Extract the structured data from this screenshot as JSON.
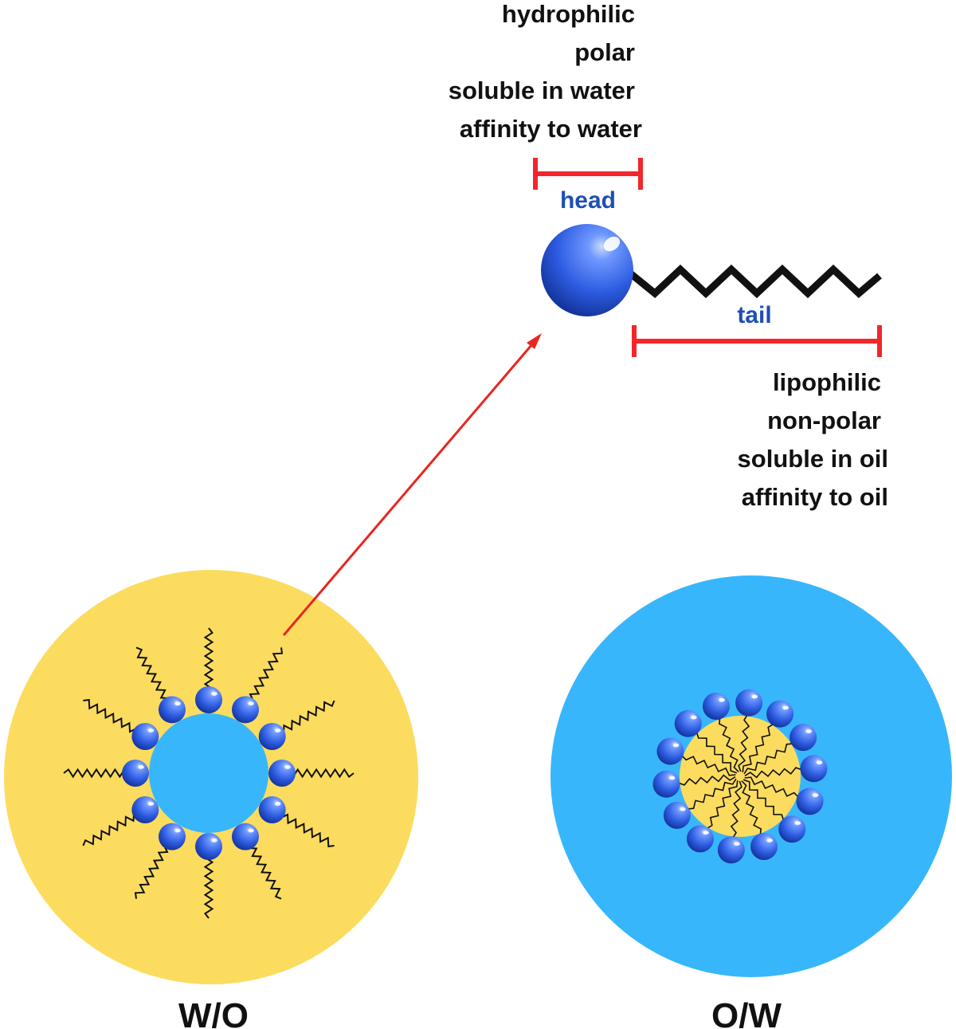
{
  "head_properties": [
    "hydrophilic",
    "polar",
    "soluble in water",
    "affinity to water"
  ],
  "tail_properties": [
    "lipophilic",
    "non-polar",
    "soluble in oil",
    "affinity to oil"
  ],
  "head_label": "head",
  "tail_label": "tail",
  "emulsions": {
    "wo": {
      "label": "W/O",
      "outer_color": "#fcdc5e",
      "inner_color": "#38b6fb",
      "head_count": 12
    },
    "ow": {
      "label": "O/W",
      "outer_color": "#38b6fb",
      "inner_color": "#fcdc5e",
      "head_count": 14
    }
  },
  "colors": {
    "bracket": "#f2262b",
    "arrow": "#e8261f",
    "head_dark": "#1234a0",
    "head_mid": "#2c5be0",
    "head_light": "#9fc0ff",
    "tail": "#111111"
  }
}
